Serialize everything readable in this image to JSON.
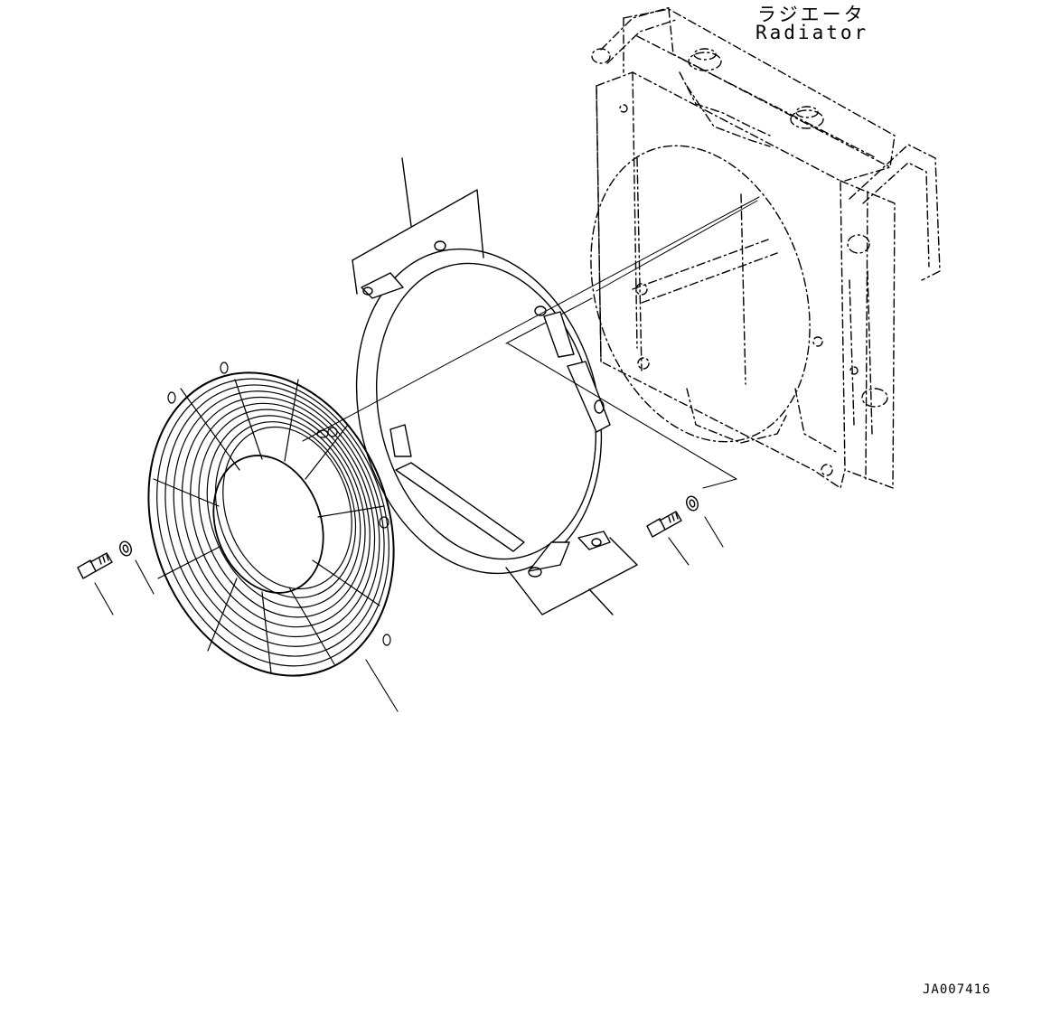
{
  "labels": {
    "radiator_japanese": "ラジエータ",
    "radiator_english": "Radiator",
    "drawing_number": "JA007416"
  },
  "colors": {
    "line": "#000000",
    "background": "#ffffff"
  },
  "parts": [
    "radiator",
    "fan-guard",
    "fan-shroud-ring",
    "bolt-left",
    "washer-left",
    "bolt-right",
    "washer-right"
  ]
}
